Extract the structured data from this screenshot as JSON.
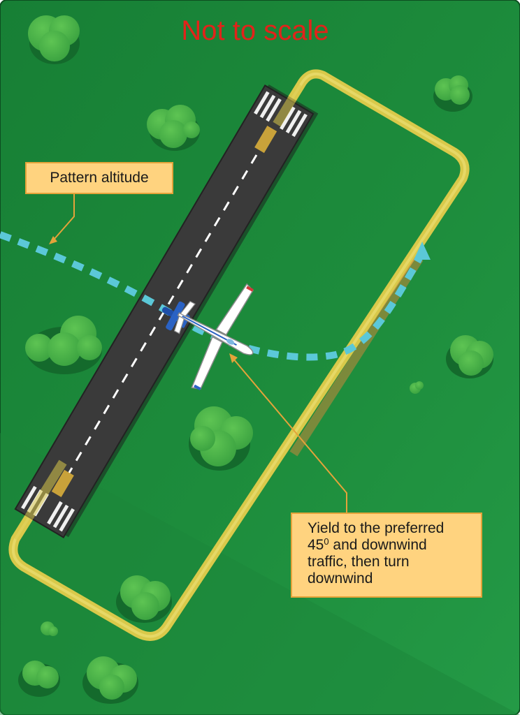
{
  "title": "Not to scale",
  "callouts": {
    "pattern_altitude": "Pattern altitude",
    "yield_line1": "Yield to the preferred",
    "yield_line2_num": "45",
    "yield_line2_sup": "0",
    "yield_line2_rest": " and downwind",
    "yield_line3": "traffic, then turn",
    "yield_line4": "downwind"
  },
  "colors": {
    "grass": "#1f8a3a",
    "runway": "#3a3a3a",
    "pattern_path": "#d9c94a",
    "entry_path": "#5bc8d8",
    "title": "#e2231a",
    "callout_fill": "#ffd37f",
    "leader_line": "#e4a33a"
  }
}
